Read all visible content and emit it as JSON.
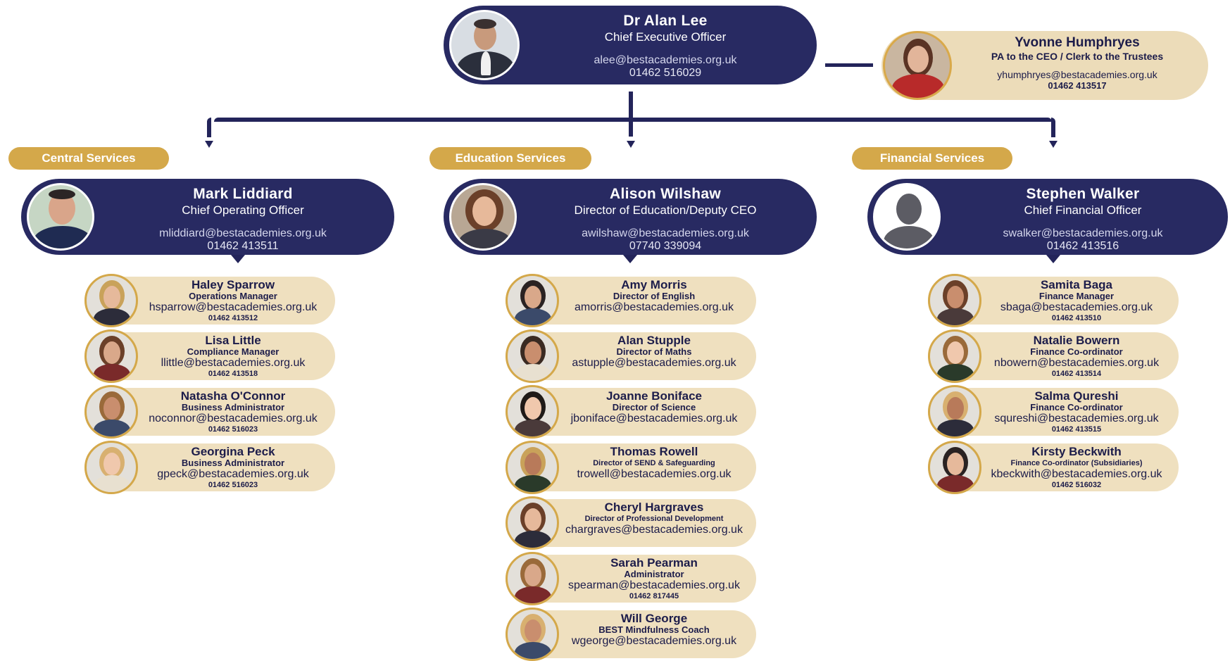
{
  "ceo": {
    "name": "Dr Alan Lee",
    "role": "Chief Executive Officer",
    "email": "alee@bestacademies.org.uk",
    "phone": "01462 516029",
    "avatar_icon": "person-photo-icon"
  },
  "pa": {
    "name": "Yvonne Humphryes",
    "role": "PA to the CEO / Clerk to the Trustees",
    "email": "yhumphryes@bestacademies.org.uk",
    "phone": "01462 413517",
    "avatar_icon": "person-photo-icon"
  },
  "departments": [
    {
      "label": "Central Services",
      "lead": {
        "name": "Mark Liddiard",
        "role": "Chief Operating Officer",
        "email": "mliddiard@bestacademies.org.uk",
        "phone": "01462 413511"
      },
      "members": [
        {
          "name": "Haley Sparrow",
          "role": "Operations Manager",
          "email": "hsparrow@bestacademies.org.uk",
          "phone": "01462 413512"
        },
        {
          "name": "Lisa Little",
          "role": "Compliance Manager",
          "email": "llittle@bestacademies.org.uk",
          "phone": "01462 413518"
        },
        {
          "name": "Natasha O'Connor",
          "role": "Business Administrator",
          "email": "noconnor@bestacademies.org.uk",
          "phone": "01462 516023"
        },
        {
          "name": "Georgina Peck",
          "role": "Business Administrator",
          "email": "gpeck@bestacademies.org.uk",
          "phone": "01462 516023"
        }
      ]
    },
    {
      "label": "Education Services",
      "lead": {
        "name": "Alison Wilshaw",
        "role": "Director of Education/Deputy CEO",
        "email": "awilshaw@bestacademies.org.uk",
        "phone": "07740 339094"
      },
      "members": [
        {
          "name": "Amy Morris",
          "role": "Director of English",
          "email": "amorris@bestacademies.org.uk",
          "phone": ""
        },
        {
          "name": "Alan Stupple",
          "role": "Director of Maths",
          "email": "astupple@bestacademies.org.uk",
          "phone": ""
        },
        {
          "name": "Joanne Boniface",
          "role": "Director of Science",
          "email": "jboniface@bestacademies.org.uk",
          "phone": ""
        },
        {
          "name": "Thomas Rowell",
          "role": "Director of SEND & Safeguarding",
          "email": "trowell@bestacademies.org.uk",
          "phone": ""
        },
        {
          "name": "Cheryl Hargraves",
          "role": "Director of Professional Development",
          "email": "chargraves@bestacademies.org.uk",
          "phone": ""
        },
        {
          "name": "Sarah Pearman",
          "role": "Administrator",
          "email": "spearman@bestacademies.org.uk",
          "phone": "01462 817445"
        },
        {
          "name": "Will George",
          "role": "BEST Mindfulness Coach",
          "email": "wgeorge@bestacademies.org.uk",
          "phone": ""
        }
      ]
    },
    {
      "label": "Financial Services",
      "lead": {
        "name": "Stephen Walker",
        "role": "Chief Financial Officer",
        "email": "swalker@bestacademies.org.uk",
        "phone": "01462 413516"
      },
      "members": [
        {
          "name": "Samita Baga",
          "role": "Finance Manager",
          "email": "sbaga@bestacademies.org.uk",
          "phone": "01462 413510"
        },
        {
          "name": "Natalie Bowern",
          "role": "Finance Co-ordinator",
          "email": "nbowern@bestacademies.org.uk",
          "phone": "01462 413514"
        },
        {
          "name": "Salma Qureshi",
          "role": "Finance Co-ordinator",
          "email": "squreshi@bestacademies.org.uk",
          "phone": "01462 413515"
        },
        {
          "name": "Kirsty Beckwith",
          "role": "Finance Co-ordinator (Subsidiaries)",
          "email": "kbeckwith@bestacademies.org.uk",
          "phone": "01462 516032"
        }
      ]
    }
  ],
  "colors": {
    "navy": "#282a62",
    "gold": "#d4a84a",
    "cream": "#efe0bf"
  }
}
